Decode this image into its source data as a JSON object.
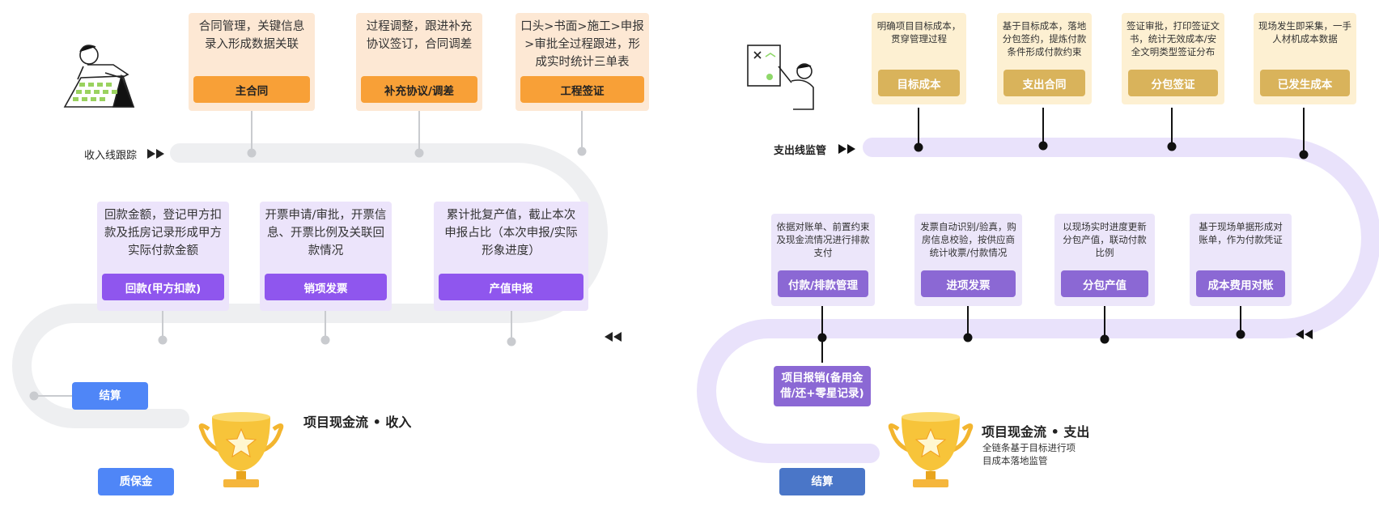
{
  "income": {
    "track_label": "收入线跟踪",
    "top_cards": [
      {
        "text": "合同管理，关键信息录入形成数据关联",
        "button": "主合同"
      },
      {
        "text": "过程调整，跟进补充协议签订，合同调差",
        "button": "补充协议/调差"
      },
      {
        "text": "口头>书面>施工>申报>审批全过程跟进，形成实时统计三单表",
        "button": "工程签证"
      }
    ],
    "mid_cards": [
      {
        "text": "回款金额，登记甲方扣款及抵房记录形成甲方实际付款金额",
        "button": "回款(甲方扣款)"
      },
      {
        "text": "开票申请/审批，开票信息、开票比例及关联回款情况",
        "button": "销项发票"
      },
      {
        "text": "累计批复产值，截止本次申报占比（本次申报/实际形象进度）",
        "button": "产值申报"
      }
    ],
    "settle": "结算",
    "retention": "质保金",
    "title": "项目现金流 • 收入",
    "colors": {
      "orange": "#f8a037",
      "purple": "#8f56ee",
      "blue": "#4f86f7",
      "track": "#eeeff1"
    }
  },
  "expense": {
    "track_label": "支出线监管",
    "top_cards": [
      {
        "text": "明确项目目标成本，贯穿管理过程",
        "button": "目标成本"
      },
      {
        "text": "基于目标成本，落地分包签约，提炼付款条件形成付款约束",
        "button": "支出合同"
      },
      {
        "text": "签证审批，打印签证文书，统计无效成本/安全文明类型签证分布",
        "button": "分包签证"
      },
      {
        "text": "现场发生即采集，一手人材机成本数据",
        "button": "已发生成本"
      }
    ],
    "mid_cards": [
      {
        "text": "依据对账单、前置约束及现金流情况进行排款支付",
        "button": "付款/排款管理"
      },
      {
        "text": "发票自动识别/验真，购房信息校验，按供应商统计收票/付款情况",
        "button": "进项发票"
      },
      {
        "text": "以现场实时进度更新分包产值，联动付款比例",
        "button": "分包产值"
      },
      {
        "text": "基于现场单据形成对账单，作为付款凭证",
        "button": "成本费用对账"
      }
    ],
    "reimburse": "项目报销(备用金借/还+零星记录)",
    "settle": "结算",
    "title": "项目现金流 • 支出",
    "subtitle": "全链条基于目标进行项目成本落地监管",
    "colors": {
      "gold": "#d9b35b",
      "violet": "#8b68d4",
      "track": "#e9e2fb",
      "settle": "#4a76c8"
    }
  }
}
